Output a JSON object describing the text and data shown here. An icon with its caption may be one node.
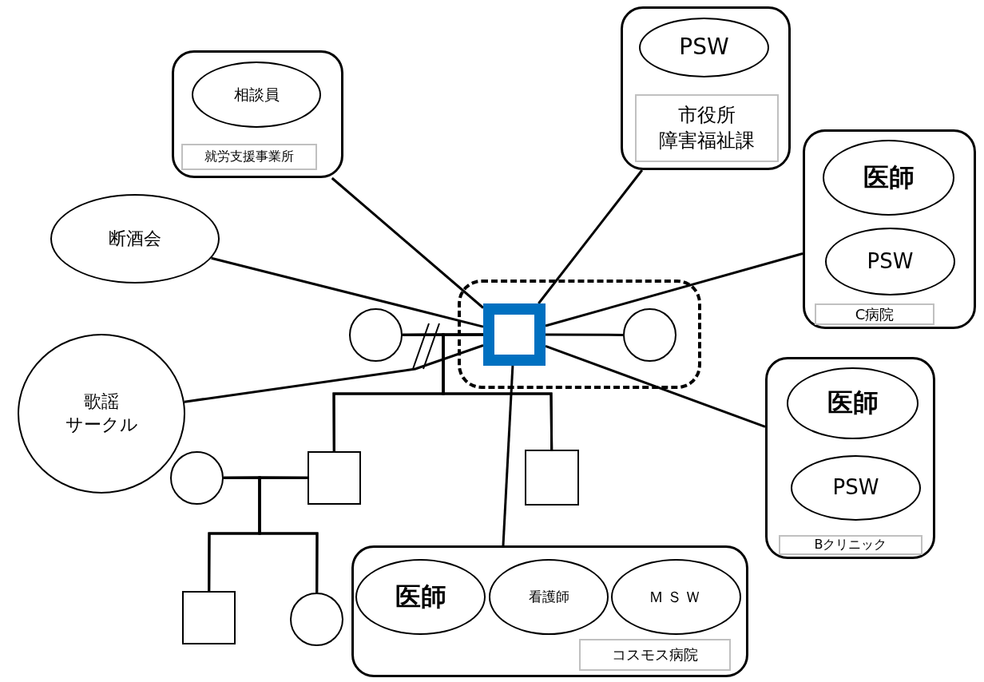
{
  "diagram": {
    "nodes": [
      {
        "text": [
          "市役所障害福祉課"
        ]
      },
      {
        "text": [
          "PSW"
        ],
        "in": 0
      },
      {
        "text": [
          "就労支援事業所"
        ]
      },
      {
        "text": [
          "相談員"
        ],
        "in": 2
      },
      {
        "text": [
          "C病院"
        ]
      },
      {
        "text": [
          "医師"
        ],
        "in": 4
      },
      {
        "text": [
          "PSW"
        ],
        "in": 4
      },
      {
        "text": [
          "断酒会"
        ]
      },
      {
        "text": [],
        "shape": "box"
      },
      {
        "text": [],
        "shape": "box",
        "in": 8
      },
      {
        "text": [],
        "shape": "circle",
        "in": 8
      },
      {
        "text": [],
        "shape": "circle"
      },
      {
        "text": [
          "歌謡サークル"
        ]
      },
      {
        "text": [
          "Bクリニック"
        ]
      },
      {
        "text": [
          "医師"
        ],
        "in": 13
      },
      {
        "text": [
          "PSW"
        ],
        "in": 13
      },
      {
        "text": [],
        "shape": "box"
      },
      {
        "text": [],
        "shape": "box"
      },
      {
        "text": [],
        "shape": "circle"
      },
      {
        "text": [],
        "shape": "box"
      },
      {
        "text": [],
        "shape": "circle"
      },
      {
        "text": [
          "コスモス病院"
        ]
      },
      {
        "text": [
          "医師"
        ],
        "in": 21
      },
      {
        "text": [
          "看護師"
        ],
        "in": 21
      },
      {
        "text": [
          "ＭＳＷ"
        ],
        "in": 21
      }
    ],
    "edges": [
      {
        "from": 2,
        "to": 9,
        "arrow": "none"
      },
      {
        "from": 0,
        "to": 9,
        "arrow": "none"
      },
      {
        "from": 4,
        "to": 9,
        "arrow": "none"
      },
      {
        "from": 7,
        "to": 9,
        "arrow": "none"
      },
      {
        "from": 11,
        "to": 9,
        "arrow": "none"
      },
      {
        "from": 9,
        "to": 10,
        "arrow": "none"
      },
      {
        "from": 12,
        "to": 9,
        "arrow": "none"
      },
      {
        "from": 13,
        "to": 9,
        "arrow": "none"
      },
      {
        "from": 21,
        "to": 9,
        "arrow": "none"
      },
      {
        "from": 11,
        "to": 16,
        "arrow": "none"
      },
      {
        "from": 9,
        "to": 16,
        "arrow": "none"
      },
      {
        "from": 11,
        "to": 17,
        "arrow": "none"
      },
      {
        "from": 9,
        "to": 17,
        "arrow": "none"
      },
      {
        "from": 18,
        "to": 16,
        "arrow": "none"
      },
      {
        "from": 18,
        "to": 19,
        "arrow": "none"
      },
      {
        "from": 16,
        "to": 19,
        "arrow": "none"
      },
      {
        "from": 18,
        "to": 20,
        "arrow": "none"
      },
      {
        "from": 16,
        "to": 20,
        "arrow": "none"
      }
    ]
  }
}
